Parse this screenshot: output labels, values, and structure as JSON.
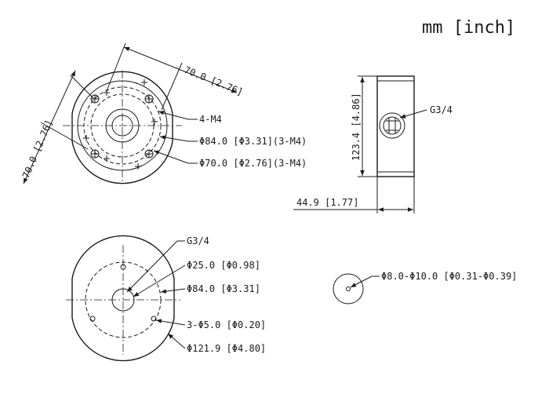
{
  "units_label": "mm [inch]",
  "top_view": {
    "dim_top": "70.0 [2.76]",
    "dim_left": "70.0 [2.76]",
    "callout_screws": "4-M4",
    "callout_pcd_large": "Φ84.0 [Φ3.31](3-M4)",
    "callout_pcd_small": "Φ70.0 [Φ2.76](3-M4)"
  },
  "side_view": {
    "height_dim": "123.4 [4.86]",
    "depth_dim": "44.9 [1.77]",
    "thread_label": "G3/4"
  },
  "bottom_view": {
    "thread_label": "G3/4",
    "callout_inner": "Φ25.0 [Φ0.98]",
    "callout_pcd": "Φ84.0 [Φ3.31]",
    "callout_holes": "3-Φ5.0 [Φ0.20]",
    "callout_outer": "Φ121.9 [Φ4.80]"
  },
  "cable_detail": {
    "callout": "Φ8.0-Φ10.0 [Φ0.31-Φ0.39]"
  }
}
